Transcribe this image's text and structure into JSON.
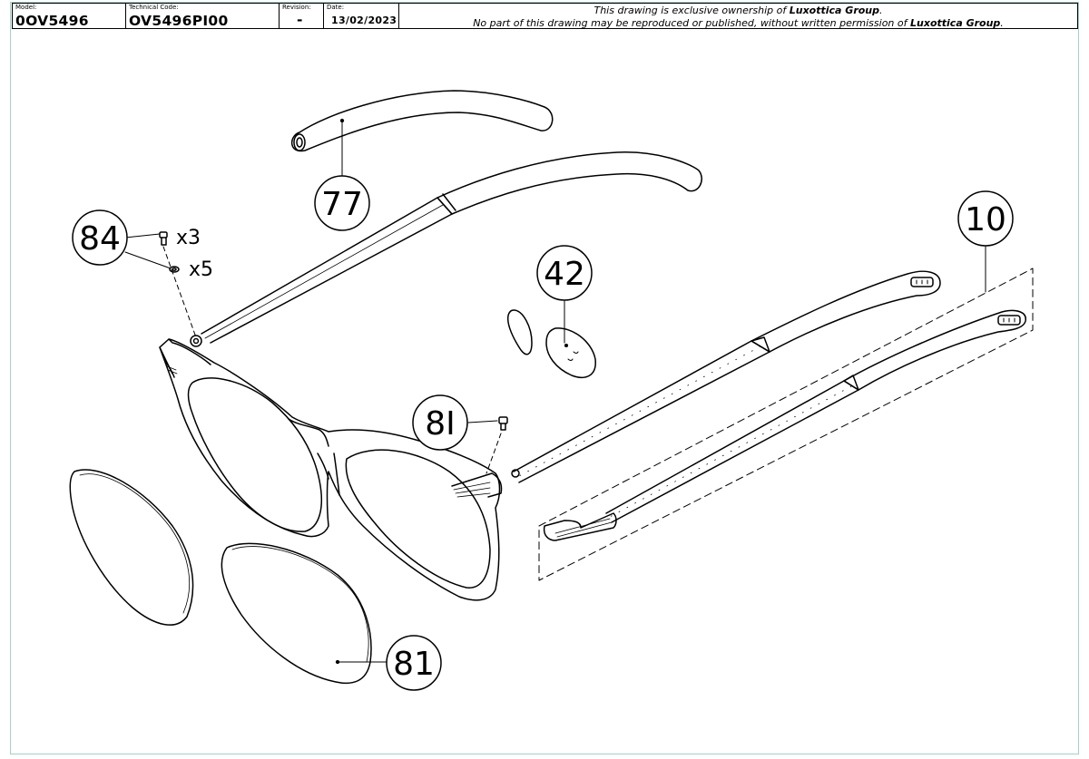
{
  "titleblock": {
    "model_label": "Model:",
    "model_value": "0OV5496",
    "tech_label": "Technical Code:",
    "tech_value": "OV5496PI00",
    "rev_label": "Revision:",
    "rev_value": "-",
    "date_label": "Date:",
    "date_value": "13/02/2023",
    "note_line1_pre": "This drawing is exclusive ownership of ",
    "note_line1_bold": "Luxottica Group",
    "note_line1_post": ".",
    "note_line2_pre": "No part of this drawing may be reproduced or published, without written permission of ",
    "note_line2_bold": "Luxottica Group",
    "note_line2_post": "."
  },
  "callouts": {
    "c77": "77",
    "c84": "84",
    "c84_qty_screw": "x3",
    "c84_qty_washer": "x5",
    "c42": "42",
    "c8I": "8I",
    "c10": "10",
    "c81": "81"
  }
}
